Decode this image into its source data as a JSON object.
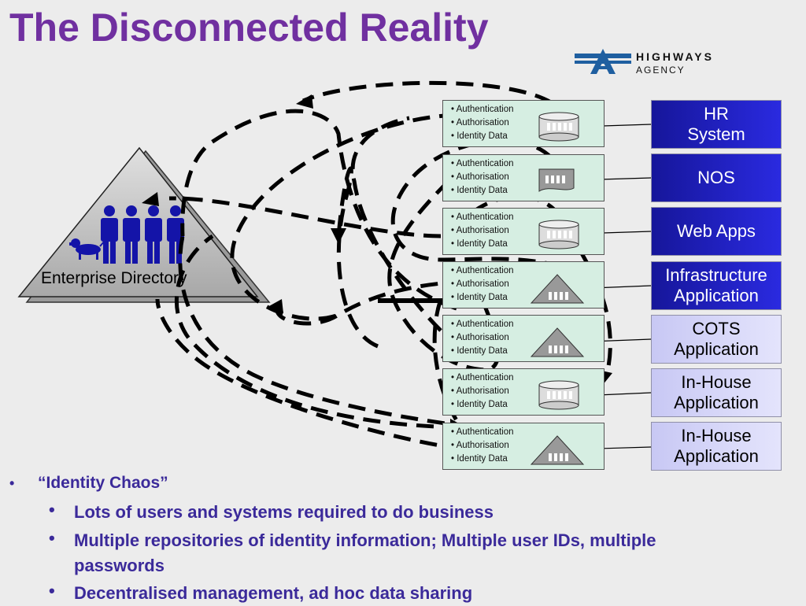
{
  "title": "The Disconnected Reality",
  "logo": {
    "line1": "HIGHWAYS",
    "line2": "AGENCY"
  },
  "enterprise_directory": {
    "label": "Enterprise Directory"
  },
  "store_items": [
    "Authentication",
    "Authorisation",
    "Identity Data"
  ],
  "systems": [
    {
      "label": "HR System",
      "line1": "HR",
      "line2": "System",
      "style": "dark",
      "store_icon": "database"
    },
    {
      "label": "NOS",
      "line1": "NOS",
      "line2": "",
      "style": "dark",
      "store_icon": "document"
    },
    {
      "label": "Web Apps",
      "line1": "Web Apps",
      "line2": "",
      "style": "dark",
      "store_icon": "database"
    },
    {
      "label": "Infrastructure Application",
      "line1": "Infrastructure",
      "line2": "Application",
      "style": "dark",
      "store_icon": "triangle"
    },
    {
      "label": "COTS Application",
      "line1": "COTS",
      "line2": "Application",
      "style": "light",
      "store_icon": "triangle"
    },
    {
      "label": "In-House Application",
      "line1": "In-House",
      "line2": "Application",
      "style": "light",
      "store_icon": "database"
    },
    {
      "label": "In-House Application",
      "line1": "In-House",
      "line2": "Application",
      "style": "light",
      "store_icon": "triangle"
    }
  ],
  "bullets": {
    "main": "“Identity Chaos”",
    "sub": [
      "Lots of users and systems required to do business",
      "Multiple repositories of identity information; Multiple user IDs, multiple passwords",
      "Decentralised management, ad hoc data sharing"
    ]
  },
  "colors": {
    "title": "#7030a0",
    "bullets": "#3b2a9a",
    "store_bg": "#d6eee2",
    "system_dark": "#1f1fc0",
    "system_light": "#d8d8f8"
  }
}
